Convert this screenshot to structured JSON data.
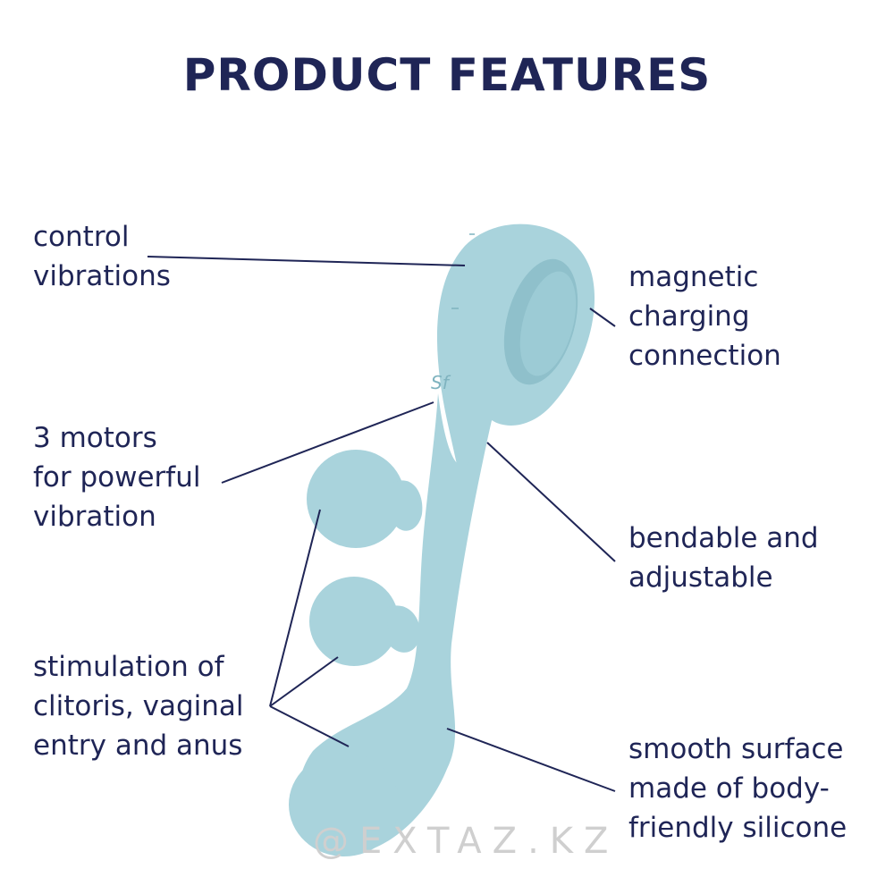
{
  "title": "PRODUCT FEATURES",
  "colors": {
    "text": "#1f2556",
    "product": "#a9d3dc",
    "product_shade": "#8fc0cb"
  },
  "features_left": [
    {
      "lines": [
        "control",
        "vibrations"
      ]
    },
    {
      "lines": [
        "3 motors",
        "for powerful",
        "vibration"
      ]
    },
    {
      "lines": [
        "stimulation of",
        "clitoris, vaginal",
        "entry and anus"
      ]
    }
  ],
  "features_right": [
    {
      "lines": [
        "magnetic",
        "charging",
        "connection"
      ]
    },
    {
      "lines": [
        "bendable and",
        "adjustable"
      ]
    },
    {
      "lines": [
        "smooth surface",
        "made of body-",
        "friendly silicone"
      ]
    }
  ],
  "watermark": "@EXTAZ.KZ"
}
